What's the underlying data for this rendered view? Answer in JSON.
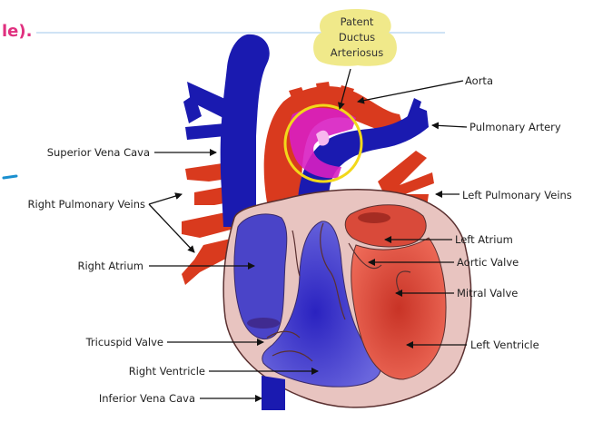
{
  "handwriting": {
    "fragment": "le)."
  },
  "colors": {
    "vein_blue": "#1a1ab0",
    "artery_red": "#d93a1e",
    "chamber_blue": "#4a44c8",
    "chamber_red": "#d94a3a",
    "heart_wall": "#e8c4c0",
    "highlight_ring": "#f2d81a",
    "highlight_fill": "#f0e98a",
    "shunt_magenta": "#d81fc2",
    "handwriting_pink": "#e0307f"
  },
  "diagram": {
    "highlight": {
      "lines": [
        "Patent",
        "Ductus",
        "Arteriosus"
      ]
    },
    "labels": {
      "aorta": "Aorta",
      "pulmonary_artery": "Pulmonary Artery",
      "superior_vena_cava": "Superior Vena Cava",
      "right_pulmonary_veins": "Right Pulmonary Veins",
      "left_pulmonary_veins": "Left Pulmonary Veins",
      "left_atrium": "Left Atrium",
      "right_atrium": "Right Atrium",
      "aortic_valve": "Aortic Valve",
      "mitral_valve": "Mitral Valve",
      "tricuspid_valve": "Tricuspid Valve",
      "left_ventricle": "Left Ventricle",
      "right_ventricle": "Right Ventricle",
      "inferior_vena_cava": "Inferior Vena Cava"
    }
  }
}
